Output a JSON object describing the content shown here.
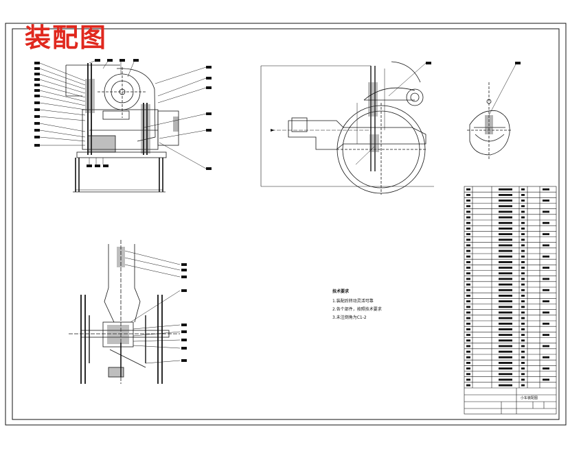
{
  "title": "装配图",
  "colors": {
    "title": "#e0281e",
    "line": "#111111",
    "paper": "#ffffff"
  },
  "notes": {
    "heading": "技术要求",
    "items": [
      "1.装配后转动灵活可靠",
      "2.各个部件，按照技术要求",
      "3.未注倒角为C1-2"
    ]
  },
  "title_block": {
    "part_rows": 36,
    "name": "小车装配图"
  }
}
